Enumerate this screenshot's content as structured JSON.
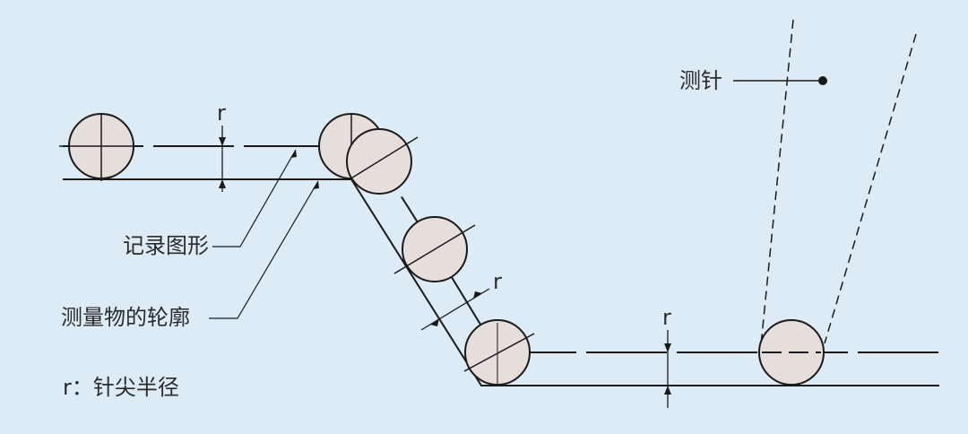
{
  "labels": {
    "stylus": "测针",
    "recorded_profile": "记录图形",
    "object_profile": "测量物的轮廓",
    "radius_symbol": "r",
    "legend": "r：针尖半径"
  },
  "colors": {
    "background": "#dcebf5",
    "line": "#1a1a1a",
    "ball_fill": "#e6dedb"
  }
}
